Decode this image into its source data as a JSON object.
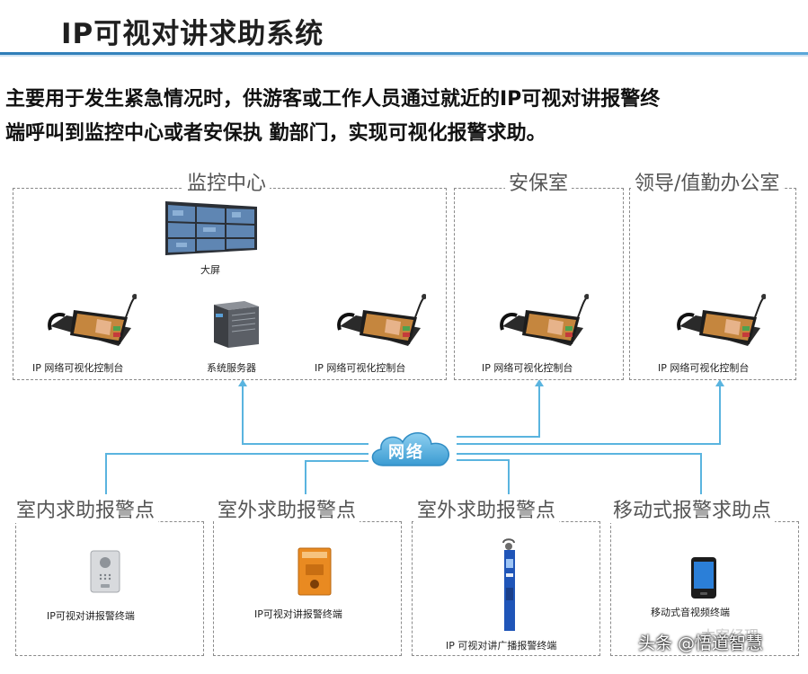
{
  "header": {
    "title": "IP可视对讲求助系统"
  },
  "intro": {
    "line1": "主要用于发生紧急情况时，供游客或工作人员通过就近的IP可视对讲报警终",
    "line2": "端呼叫到监控中心或者安保执  勤部门，实现可视化报警求助。"
  },
  "network": {
    "label": "网络"
  },
  "top_zones": [
    {
      "label": "监控中心",
      "devices": [
        {
          "label": "大屏",
          "icon": "video-wall-icon"
        },
        {
          "label": "IP 网络可视化控制台",
          "icon": "desk-console-icon"
        },
        {
          "label": "系统服务器",
          "icon": "server-icon"
        },
        {
          "label": "IP 网络可视化控制台",
          "icon": "desk-console-icon"
        }
      ]
    },
    {
      "label": "安保室",
      "devices": [
        {
          "label": "IP 网络可视化控制台",
          "icon": "desk-console-icon"
        }
      ]
    },
    {
      "label": "领导/值勤办公室",
      "devices": [
        {
          "label": "IP 网络可视化控制台",
          "icon": "desk-console-icon"
        }
      ]
    }
  ],
  "bottom_zones": [
    {
      "label": "室内求助报警点",
      "devices": [
        {
          "label": "IP可视对讲报警终端",
          "icon": "indoor-intercom-icon"
        }
      ]
    },
    {
      "label": "室外求助报警点",
      "devices": [
        {
          "label": "IP可视对讲报警终端",
          "icon": "outdoor-intercom-icon"
        }
      ]
    },
    {
      "label": "室外求助报警点",
      "devices": [
        {
          "label": "IP 可视对讲广播报警终端",
          "icon": "pole-terminal-icon"
        }
      ]
    },
    {
      "label": "移动式报警求助点",
      "devices": [
        {
          "label": "移动式音视频终端",
          "icon": "mobile-terminal-icon"
        }
      ]
    }
  ],
  "watermark": {
    "text": "头条 @悟道智慧",
    "faint": "本案经理"
  },
  "colors": {
    "link": "#5ab4df",
    "cloud": "#4aa8da",
    "title_line": "#2e7db8"
  }
}
